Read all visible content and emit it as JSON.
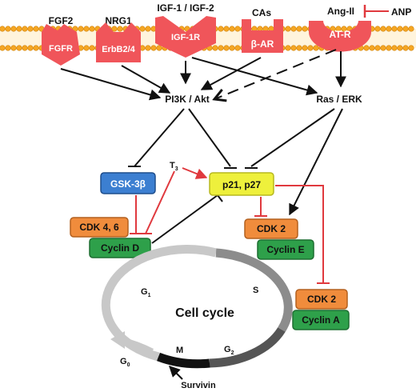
{
  "receptors": {
    "fgfr": {
      "ligand": "FGF2",
      "name": "FGFR"
    },
    "erbb": {
      "ligand": "NRG1",
      "name": "ErbB2/4"
    },
    "igf1r": {
      "ligand": "IGF-1 / IGF-2",
      "name": "IGF-1R"
    },
    "bar": {
      "ligand": "CAs",
      "name": "β-AR"
    },
    "atr": {
      "ligand": "Ang-II",
      "name": "AT-R"
    }
  },
  "anp": "ANP",
  "nodes": {
    "pi3k": "PI3K / Akt",
    "ras": "Ras / ERK",
    "gsk3b": "GSK-3β",
    "p21p27": "p21, p27",
    "t3_main": "T",
    "t3_sub": "3",
    "cdk46": "CDK 4, 6",
    "cyclin_d": "Cyclin D",
    "cdk2_e": "CDK 2",
    "cyclin_e": "Cyclin E",
    "cdk2_a": "CDK 2",
    "cyclin_a": "Cyclin A"
  },
  "cycle": {
    "title": "Cell cycle",
    "g1_main": "G",
    "g1_sub": "1",
    "s": "S",
    "g2_main": "G",
    "g2_sub": "2",
    "m": "M",
    "g0_main": "G",
    "g0_sub": "0",
    "survivin": "Survivin"
  },
  "colors": {
    "membrane": "#f5a623",
    "receptor": "#f0555a",
    "gsk3b": "#3c7fd1",
    "p21p27": "#eef03c",
    "cdk": "#f08c3c",
    "cyclin": "#2ea04a",
    "inhibit_red": "#e0393e"
  }
}
